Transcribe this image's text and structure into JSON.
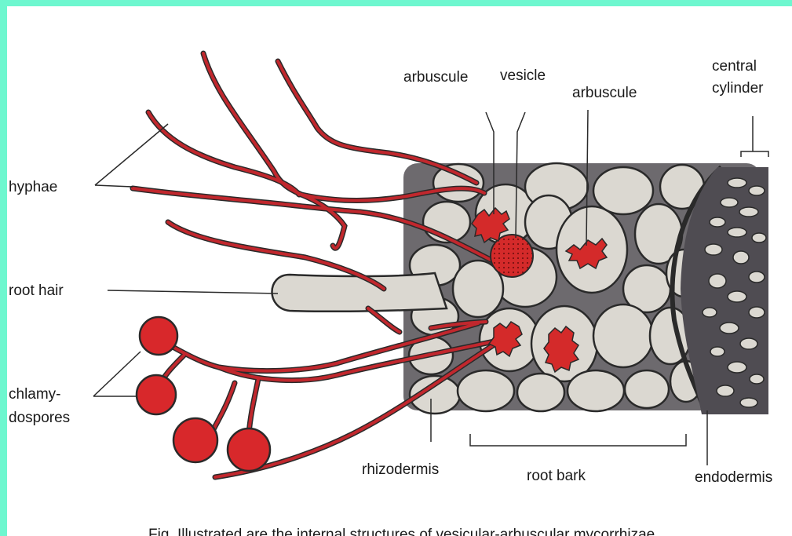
{
  "labels": {
    "hyphae": "hyphae",
    "root_hair": "root hair",
    "chlamydospores_line1": "chlamy-",
    "chlamydospores_line2": "dospores",
    "arbuscule_left": "arbuscule",
    "vesicle": "vesicle",
    "arbuscule_right": "arbuscule",
    "central_cylinder_line1": "central",
    "central_cylinder_line2": "cylinder",
    "rhizodermis": "rhizodermis",
    "root_bark": "root bark",
    "endodermis": "endodermis"
  },
  "caption": "Fig. Illustrated are the internal structures of vesicular-arbuscular mycorrhizae",
  "colors": {
    "border": "#6ef7cf",
    "hyphae": "#c1272d",
    "cells": "#d9d6cf",
    "cell_gaps": "#6d6a6e",
    "stele": "#4f4c52"
  }
}
